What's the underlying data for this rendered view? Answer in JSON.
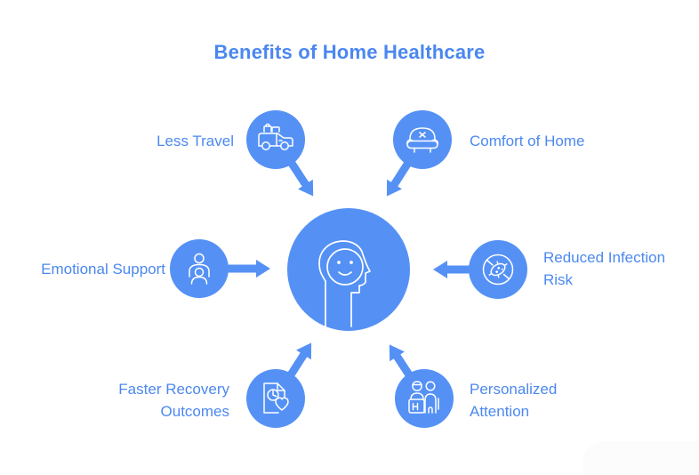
{
  "title": "Benefits of Home Healthcare",
  "colors": {
    "primary": "#5591f5",
    "title_text": "#4a87ef",
    "label_text": "#4c88f0",
    "icon_stroke": "#ffffff",
    "background": "#ffffff",
    "watermark": "#fcfcfc"
  },
  "hub": {
    "icon": "head-with-smile-icon"
  },
  "nodes": [
    {
      "id": "less-travel",
      "label": "Less Travel",
      "icon": "car-icon",
      "position": "top-left"
    },
    {
      "id": "comfort-of-home",
      "label": "Comfort of Home",
      "icon": "armchair-icon",
      "position": "top-right"
    },
    {
      "id": "emotional-support",
      "label": "Emotional Support",
      "icon": "caregiver-icon",
      "position": "left"
    },
    {
      "id": "reduced-infection-risk",
      "label": "Reduced Infection Risk",
      "icon": "no-germs-icon",
      "position": "right"
    },
    {
      "id": "faster-recovery-outcomes",
      "label": "Faster Recovery Outcomes",
      "icon": "recovery-chart-icon",
      "position": "bottom-left"
    },
    {
      "id": "personalized-attention",
      "label": "Personalized Attention",
      "icon": "patient-care-icon",
      "position": "bottom-right"
    }
  ]
}
